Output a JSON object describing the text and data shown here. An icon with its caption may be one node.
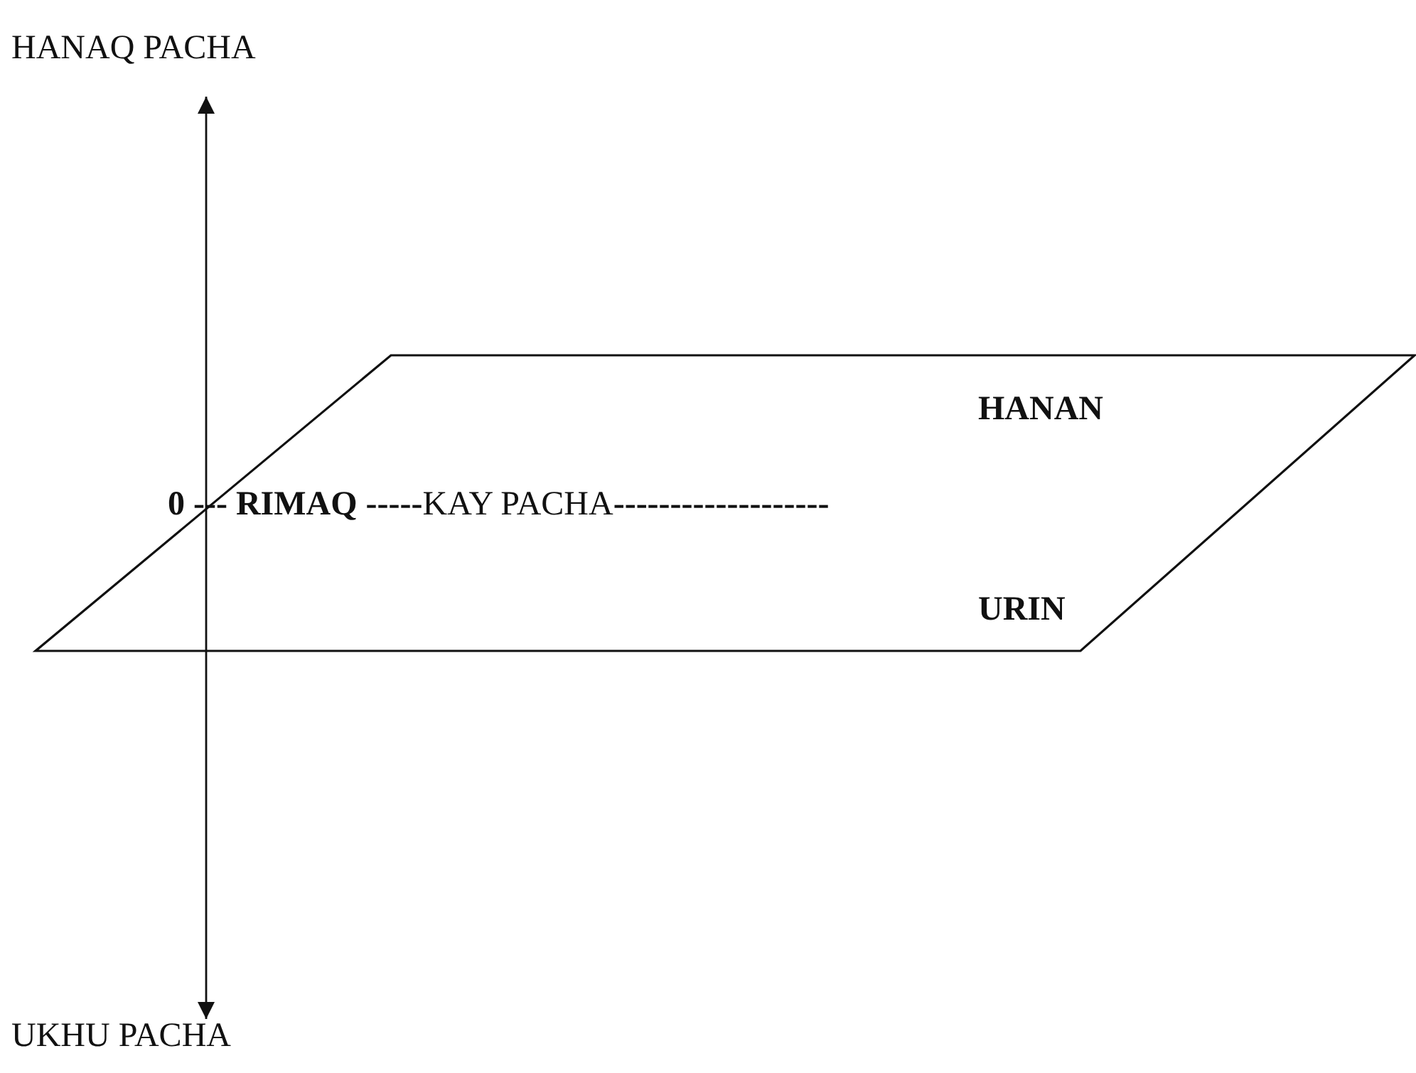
{
  "diagram": {
    "nodes": [
      {
        "text": [
          "HANAN",
          "URIN"
        ]
      }
    ],
    "edges": [],
    "labels": [
      "HANAQ PACHA",
      "**0 --- RIMAQ -----**KAY PACHA**-------------------**",
      "UKHU PACHA"
    ]
  }
}
